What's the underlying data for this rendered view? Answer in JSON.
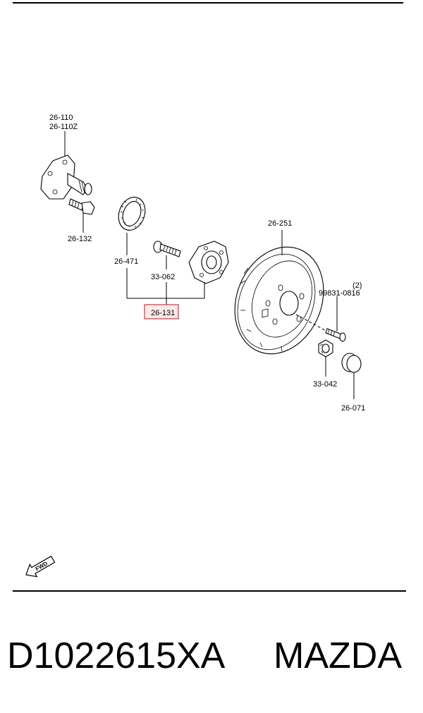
{
  "diagram": {
    "callouts": {
      "knuckle_a": "26-110",
      "knuckle_b": "26-110Z",
      "knuckle_bolt": "26-132",
      "abs_ring": "26-471",
      "hub_bolt": "33-062",
      "hub_assembly": "26-131",
      "brake_drum": "26-251",
      "screw_qty": "(2)",
      "screw": "99831-0816",
      "lock_nut": "33-042",
      "grease_cap": "26-071"
    },
    "highlight_color": "#e0303a",
    "fwd_label": "FWD"
  },
  "footer": {
    "part_code": "D1022615XA",
    "brand": "MAZDA"
  }
}
